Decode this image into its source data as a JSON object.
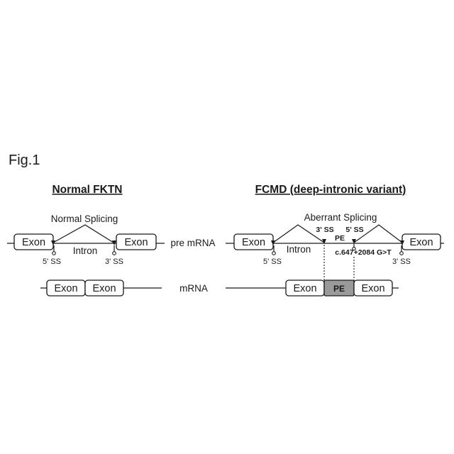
{
  "figure_label": "Fig.1",
  "left_panel": {
    "heading": "Normal FKTN",
    "splicing_label": "Normal Splicing",
    "intron_label": "Intron",
    "ss5_label": "5' SS",
    "ss3_label": "3' SS",
    "exon_label": "Exon"
  },
  "right_panel": {
    "heading": "FCMD (deep-intronic variant)",
    "splicing_label": "Aberrant Splicing",
    "intron_label": "Intron",
    "ss5_label": "5' SS",
    "ss3_label": "3' SS",
    "cryptic_ss3_label": "3' SS",
    "cryptic_ss5_label": "5' SS",
    "pe_label": "PE",
    "variant_label": "c.647+2084 G>T",
    "exon_label": "Exon"
  },
  "row_labels": {
    "pre_mrna": "pre mRNA",
    "mrna": "mRNA"
  }
}
